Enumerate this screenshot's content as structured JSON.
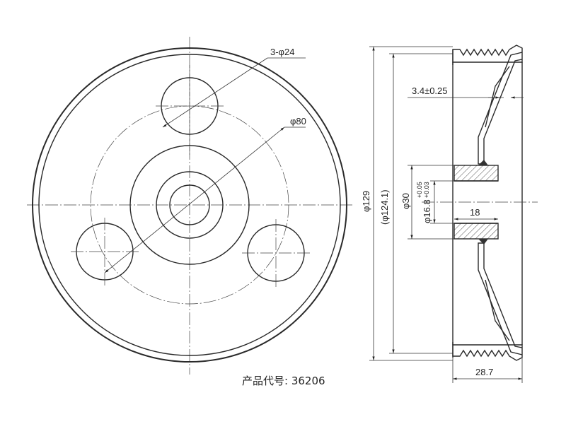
{
  "dimensions": {
    "bolt_holes": "3-φ24",
    "bolt_circle": "φ80",
    "outer_diameter": "φ129",
    "groove_diameter": "(φ124.1)",
    "hub_diameter": "φ30",
    "bore_diameter": "φ16.8",
    "bore_tol_upper": "+0.05",
    "bore_tol_lower": "+0.03",
    "hub_length": "18",
    "wall_thickness": "3.4±0.25",
    "overall_width": "28.7"
  },
  "caption": "产品代号: 36206"
}
